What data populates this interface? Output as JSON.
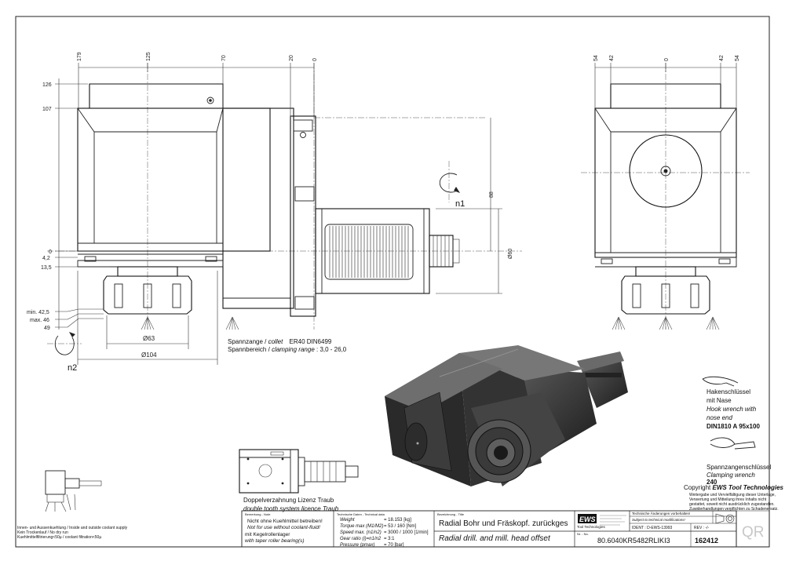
{
  "dims_front": {
    "top": [
      "179",
      "125",
      "70",
      "20",
      "0"
    ],
    "left": [
      "126",
      "107",
      "0",
      "4,2",
      "13,5",
      "min. 42,5",
      "max. 46",
      "49"
    ],
    "side": [
      "88",
      "Ø60"
    ],
    "bottom": [
      "Ø63",
      "Ø104"
    ],
    "rot1": "n1",
    "rot2": "n2"
  },
  "dims_side": {
    "top": [
      "54",
      "42",
      "0",
      "42",
      "54"
    ]
  },
  "collet": {
    "line1_a": "Spannzange /",
    "line1_b": "collet",
    "line1_c": "ER40   DIN6499",
    "line2_a": "Spannbereich /",
    "line2_b": "clamping range",
    "line2_c": ": 3,0 - 26,0"
  },
  "hook_wrench": {
    "l1": "Hakenschlüssel",
    "l2": "mit Nase",
    "l3": "Hook wrench with",
    "l4": "nose end",
    "l5": "DIN1810  A  95x100"
  },
  "collet_wrench": {
    "l1": "Spannzangenschlüssel",
    "l2": "Clamping wrench",
    "l3": "240"
  },
  "copyright": {
    "c1": "Copyright",
    "c2": "EWS Tool Technologies",
    "lines": [
      "Weitergabe und Vervielfältigung dieser Unterlage,",
      "Verwertung und Mitteilung ihres Inhalts nicht",
      "gestattet, soweit nicht ausdrücklich zugestanden.",
      "Zuwiderhandlungen verpflichten zu Schadenersatz."
    ]
  },
  "traub": {
    "l1": "Doppelverzahnung Lizenz Traub",
    "l2": "double tooth system licence Traub"
  },
  "coolant": {
    "l1": "Innen- und Aussenkuehlung / Inside and outside coolant supply",
    "l2": "Kein Trockenlauf / No dry run",
    "l3": "Kuehlmittelfiltrierung<50µ / coolant filtration<50µ"
  },
  "title_block": {
    "remark_hdr": "Bemerkung - Note",
    "r1": "Nicht ohne Kuehlmittel betreiben!",
    "r2": "Not for use without coolant-fluid!",
    "r3": "mit Kegelrollenlager",
    "r4": "with taper roller bearing(s)",
    "tech_hdr": "Technische Daten - Technical data",
    "specs": [
      {
        "k": "Weight",
        "v": "= 18.153 [kg]"
      },
      {
        "k": "Torque max (M1/M2)",
        "v": "= 53 / 160 [Nm]"
      },
      {
        "k": "Speed max. (n1/n2)",
        "v": "= 3000 / 1000 [1/min]"
      },
      {
        "k": "Gear ratio  (i)=n1/n2",
        "v": "= 3:1"
      },
      {
        "k": "Pressure     (pmax)",
        "v": "= 70 [bar]"
      }
    ],
    "desc_hdr": "Bezeichnung - Title",
    "title_de": "Radial Bohr und Fräskopf. zurückges",
    "title_en": "Radial drill. and mill. head offset",
    "logo": "EWS",
    "logo_sub": "Tool Technologies",
    "no_hdr": "Nr. - No.",
    "part_no": "80.6040KR5482RLIKI3",
    "changes_1": "Technische Änderungen vorbehalten!",
    "changes_2": "Subject to technical modifications!",
    "ident": "IDENT : D-EWS-13993",
    "rev": "REV : -/-",
    "drawing_no": "162412",
    "qr": "QR"
  }
}
